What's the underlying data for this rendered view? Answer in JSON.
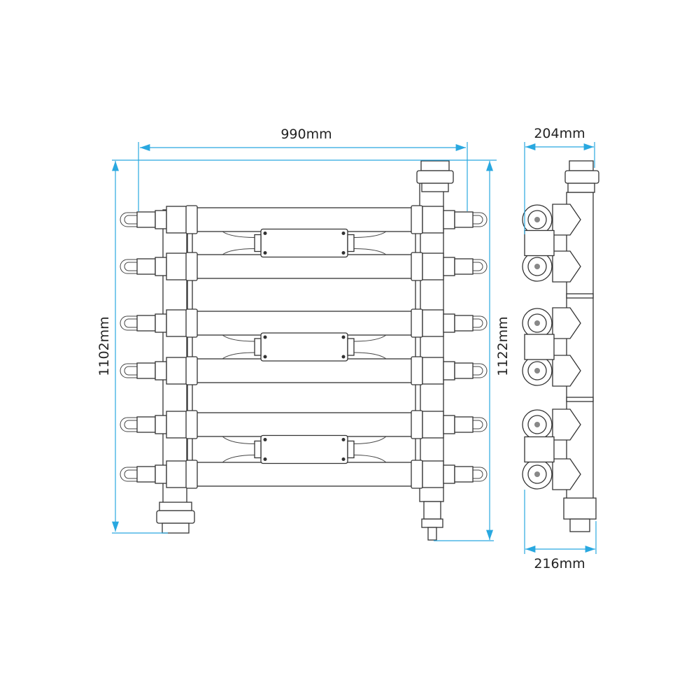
{
  "title": "UV steriliser unit dimension drawing",
  "dimensions": {
    "width_front": "990mm",
    "height_front_left": "1102mm",
    "height_front_right": "1122mm",
    "depth_side_top": "204mm",
    "depth_side_bottom": "216mm"
  },
  "colors": {
    "dimension": "#29a8e0",
    "outline": "#333333"
  },
  "unit_count": 6,
  "ballast_count": 3
}
